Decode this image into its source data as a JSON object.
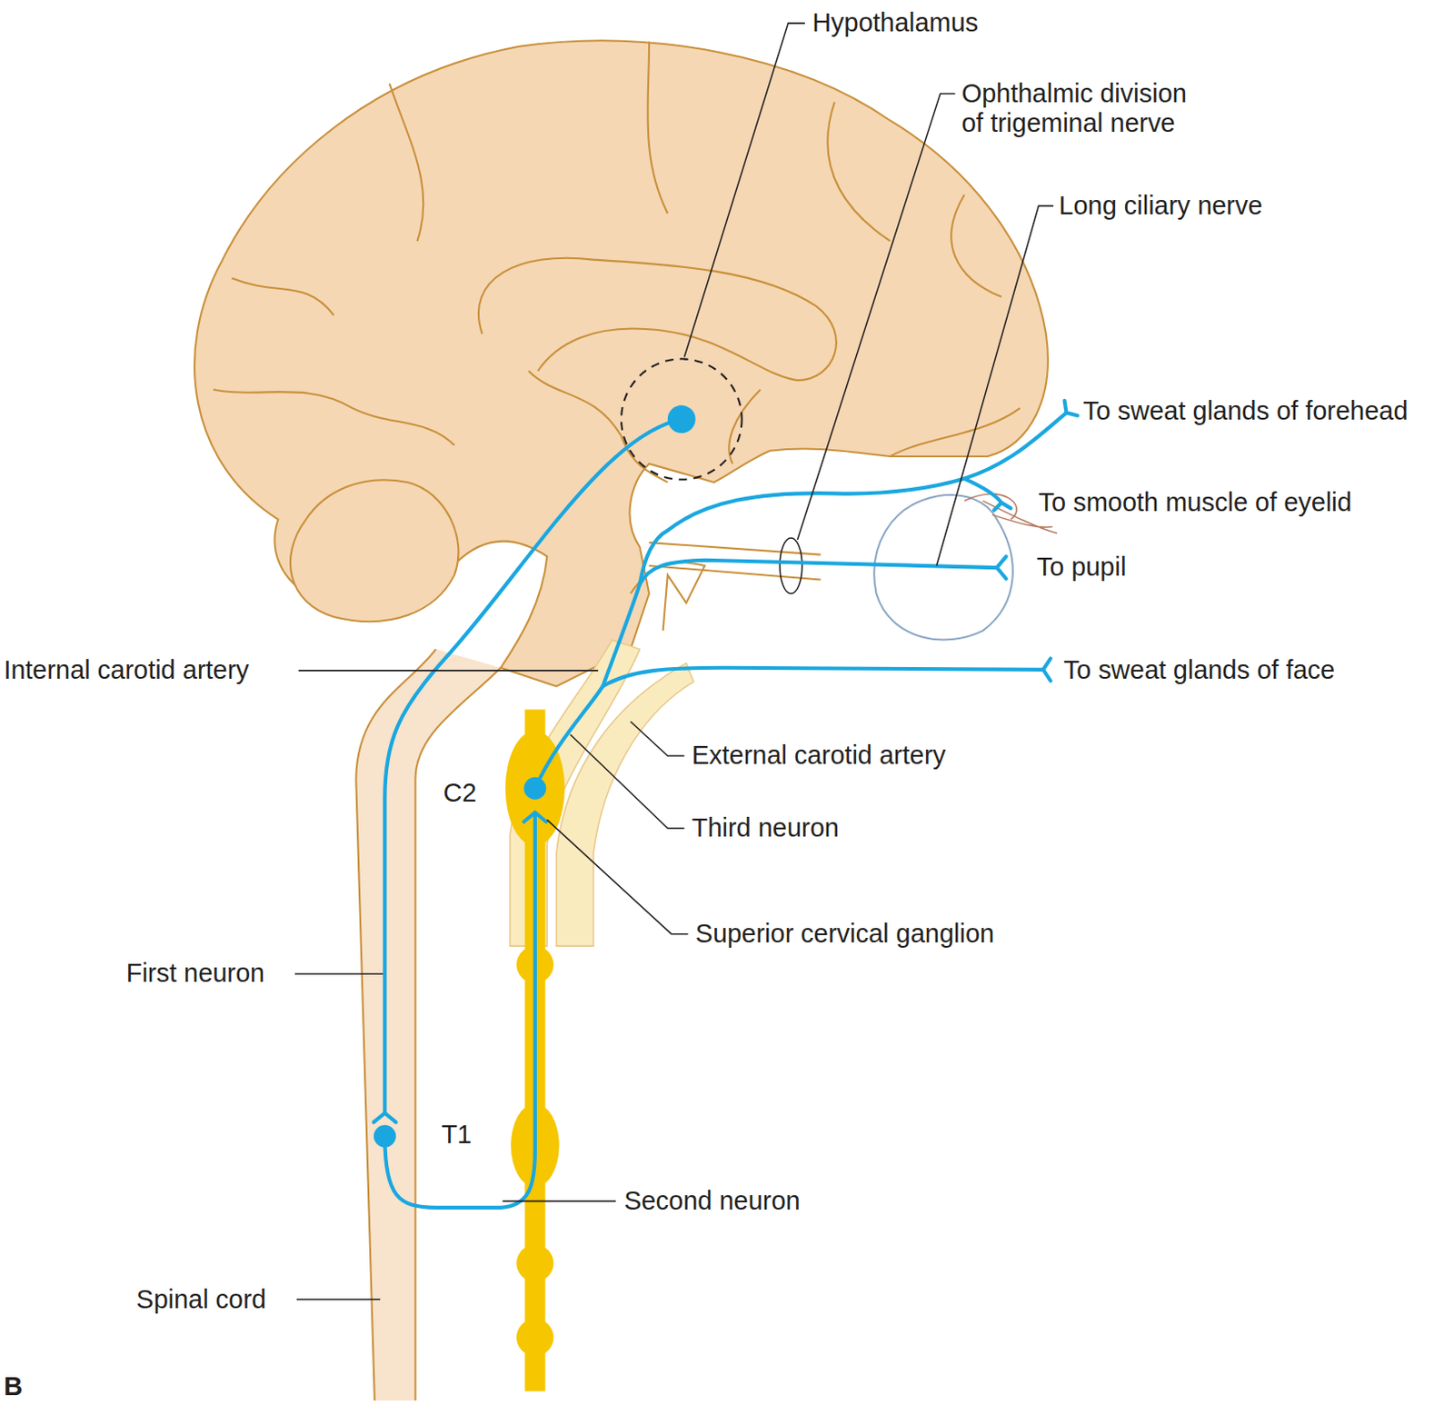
{
  "diagram": {
    "labels": [
      "Hypothalamus",
      "Ophthalmic division of trigeminal nerve",
      "Long ciliary nerve",
      "To sweat glands of forehead",
      "To smooth muscle of eyelid",
      "To pupil",
      "Internal carotid artery",
      "To sweat glands of face",
      "External carotid artery",
      "C2",
      "Third neuron",
      "Superior cervical ganglion",
      "First neuron",
      "T1",
      "Second neuron",
      "Spinal cord",
      "B"
    ]
  }
}
